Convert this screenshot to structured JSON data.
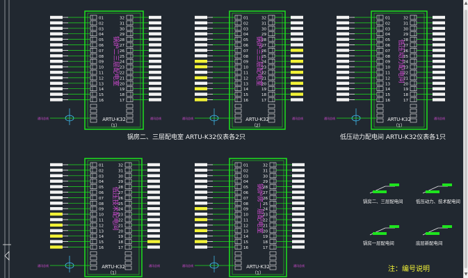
{
  "view": {
    "background": "#212830",
    "colors": {
      "green": "#1ee31e",
      "white": "#f2f2f2",
      "yellow": "#f2f236",
      "magenta": "#d54bd5",
      "cyan": "#40c8ff",
      "gray": "#8a8f96"
    }
  },
  "panels": [
    {
      "id": "panel-a1",
      "vertical_title": "锅炉二三层配电室",
      "bottom_model": "ARTU-K32",
      "bottom_index": "（1）",
      "left_pins": [
        "01",
        "02",
        "03",
        "04",
        "05",
        "06",
        "07",
        "08",
        "09",
        "10",
        "11",
        "12",
        "13",
        "14",
        "15",
        "16"
      ],
      "right_pins": [
        "32",
        "31",
        "30",
        "29",
        "28",
        "27",
        "26",
        "25",
        "24",
        "23",
        "22",
        "21",
        "20",
        "19",
        "18",
        "17"
      ],
      "tag_colors_left": [
        "white",
        "white",
        "white",
        "white",
        "white",
        "white",
        "white",
        "white",
        "white",
        "white",
        "white",
        "white",
        "white",
        "white",
        "white",
        "white"
      ],
      "tag_colors_right": [
        "white",
        "white",
        "white",
        "white",
        "white",
        "white",
        "white",
        "white",
        "white",
        "white",
        "white",
        "white",
        "white",
        "white",
        "white",
        "white"
      ],
      "cable_label": "通讯总线"
    },
    {
      "id": "panel-a2",
      "vertical_title": "锅炉三三层配电室",
      "bottom_model": "ARTU-K32",
      "bottom_index": "（2）",
      "left_pins": [
        "01",
        "02",
        "03",
        "04",
        "05",
        "06",
        "07",
        "08",
        "09",
        "10",
        "11",
        "12",
        "13",
        "14",
        "15",
        "16"
      ],
      "right_pins": [
        "32",
        "31",
        "30",
        "29",
        "28",
        "27",
        "26",
        "25",
        "24",
        "23",
        "22",
        "21",
        "20",
        "19",
        "18",
        "17"
      ],
      "tag_colors_left": [
        "white",
        "white",
        "white",
        "white",
        "white",
        "white",
        "white",
        "white",
        "yellow",
        "yellow",
        "white",
        "yellow",
        "white",
        "yellow",
        "white",
        "yellow"
      ],
      "tag_colors_right": [
        "white",
        "white",
        "white",
        "white",
        "white",
        "white",
        "yellow",
        "white",
        "yellow",
        "white",
        "yellow",
        "white",
        "yellow",
        "white",
        "yellow",
        "white"
      ],
      "cable_label": "通讯总线"
    },
    {
      "id": "panel-a3",
      "vertical_title": "低压动力配电间",
      "bottom_model": "ARTU-K32",
      "bottom_index": "（1）",
      "left_pins": [
        "01",
        "02",
        "03",
        "04",
        "05",
        "06",
        "07",
        "08",
        "09",
        "10",
        "11",
        "12",
        "13",
        "14",
        "15",
        "16"
      ],
      "right_pins": [
        "32",
        "31",
        "30",
        "29",
        "28",
        "27",
        "26",
        "25",
        "24",
        "23",
        "22",
        "21",
        "20",
        "19",
        "18",
        "17"
      ],
      "tag_colors_left": [
        "white",
        "white",
        "white",
        "white",
        "white",
        "white",
        "white",
        "white",
        "white",
        "white",
        "white",
        "white",
        "white",
        "white",
        "white",
        "white"
      ],
      "tag_colors_right": [
        "white",
        "white",
        "white",
        "white",
        "white",
        "white",
        "white",
        "white",
        "white",
        "white",
        "white",
        "white",
        "white",
        "white",
        "white",
        "white"
      ],
      "cable_label": "通讯总线"
    },
    {
      "id": "panel-b1",
      "vertical_title": "低压技术配电间",
      "bottom_model": "ARTU-K32",
      "bottom_index": "（1）",
      "left_pins": [
        "01",
        "02",
        "03",
        "04",
        "05",
        "06",
        "07",
        "08",
        "09",
        "10",
        "11",
        "12",
        "13",
        "14",
        "15",
        "16"
      ],
      "right_pins": [
        "32",
        "31",
        "30",
        "29",
        "28",
        "27",
        "26",
        "25",
        "24",
        "23",
        "22",
        "21",
        "20",
        "19",
        "18",
        "17"
      ],
      "tag_colors_left": [
        "white",
        "white",
        "white",
        "white",
        "white",
        "white",
        "white",
        "white",
        "white",
        "yellow",
        "white",
        "yellow",
        "white",
        "yellow",
        "white",
        "yellow"
      ],
      "tag_colors_right": [
        "white",
        "white",
        "white",
        "white",
        "white",
        "white",
        "white",
        "white",
        "white",
        "white",
        "white",
        "white",
        "white",
        "white",
        "yellow",
        "white"
      ],
      "cable_label": "通讯总线"
    },
    {
      "id": "panel-b2",
      "vertical_title": "锅炉房一层配电室",
      "bottom_model": "ARTU-K32",
      "bottom_index": "（1）",
      "left_pins": [
        "01",
        "02",
        "03",
        "04",
        "05",
        "06",
        "07",
        "08",
        "09",
        "10",
        "11",
        "12",
        "13",
        "14",
        "15",
        "16"
      ],
      "right_pins": [
        "32",
        "31",
        "30",
        "29",
        "28",
        "27",
        "26",
        "25",
        "24",
        "23",
        "22",
        "21",
        "20",
        "19",
        "18",
        "17"
      ],
      "tag_colors_left": [
        "white",
        "white",
        "white",
        "white",
        "white",
        "white",
        "white",
        "white",
        "yellow",
        "white",
        "yellow",
        "white",
        "yellow",
        "white",
        "yellow",
        "white"
      ],
      "tag_colors_right": [
        "white",
        "white",
        "white",
        "white",
        "white",
        "white",
        "white",
        "white",
        "white",
        "white",
        "white",
        "white",
        "white",
        "white",
        "white",
        "white"
      ],
      "cable_label": "通讯总线"
    }
  ],
  "captions": {
    "row1_left": "锅房二、三层配电室  ARTU-K32仪表各2只",
    "row1_right": "低压动力配电间  ARTU-K32仪表各1只"
  },
  "legend": {
    "items": [
      "锅房二、三层配电间",
      "低压动力、技术配电间",
      "锅房一层配电间",
      "底层新配电间"
    ],
    "note": "注：编号说明"
  }
}
